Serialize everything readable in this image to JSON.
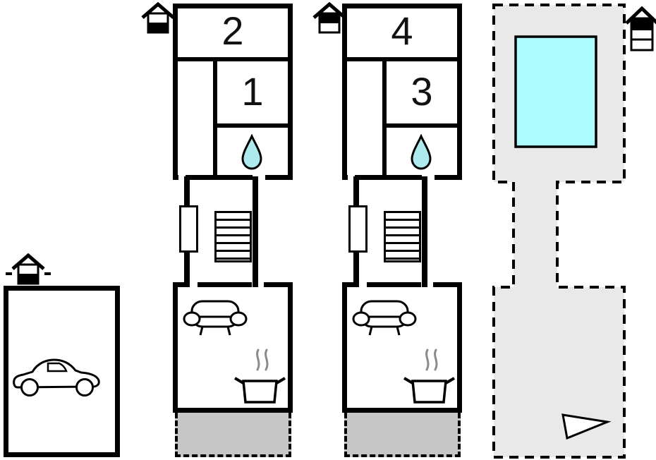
{
  "scene": {
    "type": "holiday-home floor plan",
    "elements": [
      "two residential units",
      "garage with car",
      "pool terrace area"
    ]
  },
  "colors": {
    "background": "#ffffff",
    "wall": "#000000",
    "pool-water": "#adfcff",
    "droplet": "#aee9ee",
    "terrace": "#c6c6c6",
    "pool-area": "#e9e9e9",
    "steam": "#8a8a8a"
  },
  "units": [
    {
      "id": "left-unit",
      "floor_icon": "ground-floor-house",
      "rooms": [
        {
          "label": "2"
        },
        {
          "label": "1"
        }
      ],
      "features": [
        "bathroom-droplet",
        "staircase",
        "window-door",
        "sofa",
        "stove",
        "terrace"
      ]
    },
    {
      "id": "right-unit",
      "floor_icon": "upper-floor-house",
      "rooms": [
        {
          "label": "4"
        },
        {
          "label": "3"
        }
      ],
      "features": [
        "bathroom-droplet",
        "staircase",
        "window-door",
        "sofa",
        "stove",
        "terrace"
      ]
    }
  ],
  "garage": {
    "floor_icon": "outdoor-ground-house",
    "features": [
      "car"
    ]
  },
  "pool_area": {
    "floor_icon": "top-floor-house",
    "features": [
      "swimming-pool",
      "triangle-marker"
    ]
  }
}
